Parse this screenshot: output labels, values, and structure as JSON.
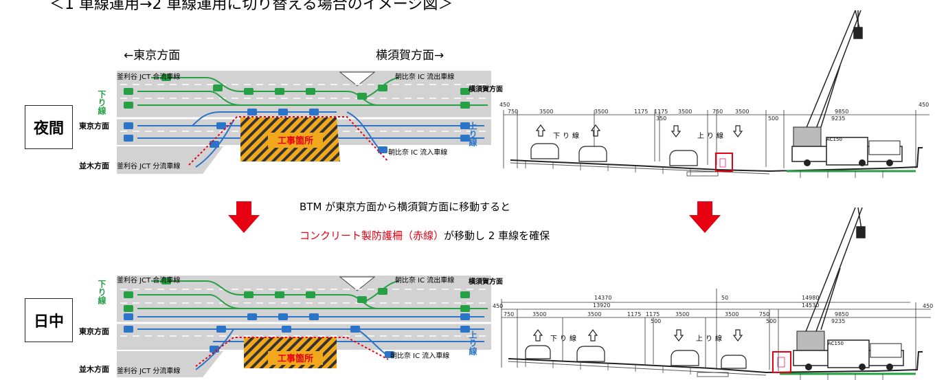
{
  "title": "＜1 車線運用→2 車線運用に切り替える場合のイメージ図＞",
  "direction_tokyo": "←東京方面",
  "direction_yokosuka": "横須賀方面→",
  "period_night": "夜間",
  "period_day": "日中",
  "caption_line1": "BTM が東京方面から横須賀方面に移動すると",
  "caption_line2_red": "コンクリート製防護柵（赤線）",
  "caption_line2_rest": "が移動し 2 車線を確保",
  "plan": {
    "merge_label": "釜利谷 JCT 合流車線",
    "split_label": "釜利谷 JCT 分流車線",
    "exit_label": "朝比奈 IC 流出車線",
    "entry_label": "朝比奈 IC 流入車線",
    "down_line": "下り線",
    "up_line": "上り線",
    "tokyo_side": "東京方面",
    "namiki_side": "並木方面",
    "yokosuka_side": "横須賀方面",
    "work_zone": "工事箇所"
  },
  "section_top": {
    "dims": [
      "450",
      "750",
      "3500",
      "3500",
      "1175",
      "1175",
      "3500",
      "750",
      "3500",
      "500",
      "9850",
      "9235",
      "450",
      "350"
    ],
    "down_lane": "下り線",
    "up_lane": "上り線",
    "crane_model": "AC150"
  },
  "section_bottom": {
    "dims_top": [
      "14370",
      "50",
      "14980"
    ],
    "dims_mid": [
      "13920",
      "14530"
    ],
    "dims": [
      "450",
      "750",
      "3500",
      "3500",
      "1175",
      "1175",
      "3500",
      "3500",
      "750",
      "500",
      "9850",
      "9235",
      "450",
      "500"
    ],
    "down_lane": "下り線",
    "up_lane": "上り線",
    "crane_model": "AC150"
  }
}
